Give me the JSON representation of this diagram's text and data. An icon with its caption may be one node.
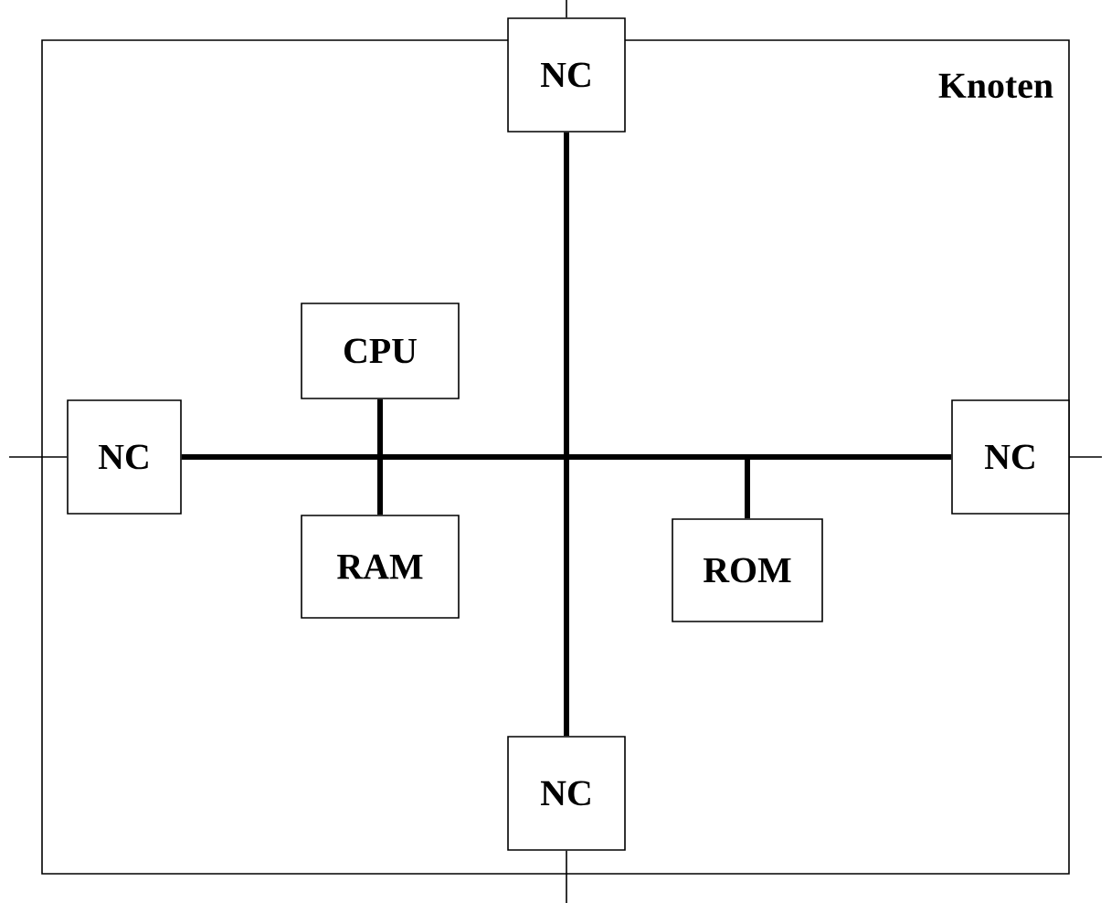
{
  "diagram": {
    "nodes": [
      {
        "text": [
          "Knoten"
        ]
      },
      {
        "text": [
          "NC"
        ]
      },
      {
        "text": [
          "CPU"
        ],
        "in": 0
      },
      {
        "text": [
          "NC"
        ],
        "in": 0
      },
      {
        "text": [
          "RAM"
        ],
        "in": 0
      },
      {
        "text": [
          "ROM"
        ],
        "in": 0
      },
      {
        "text": [
          "NC"
        ],
        "in": 0
      },
      {
        "text": [
          "NC"
        ],
        "in": 0
      }
    ],
    "edges": [
      {
        "from": 3,
        "to": 6,
        "arrow": "none",
        "style": "thick"
      },
      {
        "from": 1,
        "to": 7,
        "arrow": "none",
        "style": "thick"
      },
      {
        "from": 2,
        "to": 4,
        "arrow": "none",
        "style": "thick"
      },
      {
        "from": 5,
        "to": null,
        "arrow": "none",
        "style": "thick"
      },
      {
        "from": null,
        "to": 1,
        "arrow": "none"
      },
      {
        "from": null,
        "to": 3,
        "arrow": "none"
      },
      {
        "from": 6,
        "to": null,
        "arrow": "none"
      },
      {
        "from": 7,
        "to": null,
        "arrow": "none"
      }
    ]
  }
}
